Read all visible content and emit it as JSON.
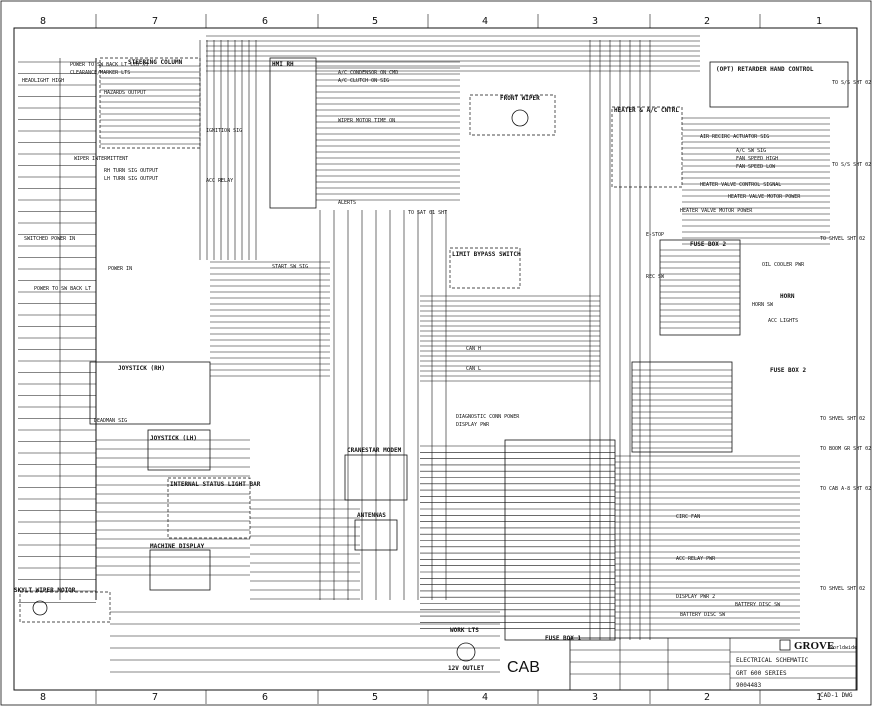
{
  "zones_top": [
    "8",
    "7",
    "6",
    "5",
    "4",
    "3",
    "2",
    "1"
  ],
  "zones_bottom": [
    "8",
    "7",
    "6",
    "5",
    "4",
    "3",
    "2",
    "1"
  ],
  "blocks": {
    "steering_column": "STEERING COLUMN",
    "front_wiper": "FRONT WIPER",
    "retarder": "(OPT) RETARDER HAND CONTROL",
    "heater_ac": "HEATER & A/C CNTRL",
    "fuse_box_2": "FUSE BOX 2",
    "fuse_box_1": "FUSE BOX 1",
    "skylight": "SKYLT WIPER MOTOR",
    "machine_display": "MACHINE DISPLAY",
    "internal_light_bar": "INTERNAL STATUS LIGHT BAR",
    "crane_star": "CRANESTAR MODEM",
    "joystick_r": "JOYSTICK (RH)",
    "joystick_l": "JOYSTICK (LH)",
    "antennas": "ANTENNAS",
    "cab": "CAB",
    "limit_bypass": "LIMIT BYPASS SWITCH",
    "hmi": "HMI RH",
    "work_lts": "WORK LTS",
    "outlet": "12V OUTLET",
    "heater_valve": "HEATER VALVE MOTOR POWER",
    "battery": "BATTERY DISC SW",
    "horn": "HORN"
  },
  "wire_labels": {
    "w1": "POWER TO SW BACK LT LED X5",
    "w2": "CLEARANCE/MARKER LTS",
    "w3": "HEADLIGHT HIGH",
    "w4": "HAZARDS OUTPUT",
    "w5": "WIPER INTERMITTENT",
    "w6": "RH TURN SIG OUTPUT",
    "w7": "LH TURN SIG OUTPUT",
    "w8": "A/C CONDENSOR ON CMD",
    "w9": "A/C CLUTCH ON SIG",
    "w10": "WIPER MOTOR TIME ON",
    "w11": "IGNITION SIG",
    "w12": "ACC RELAY",
    "w13": "START SW SIG",
    "w14": "ALERTS",
    "w15": "CAN H",
    "w16": "CAN L",
    "w17": "HEATER VALVE CONTROL SIGNAL",
    "w18": "HEATER VALVE MOTOR POWER",
    "w19": "AIR RECIRC ACTUATOR SIG",
    "w20": "A/C SW SIG",
    "w21": "FAN SPEED HIGH",
    "w22": "FAN SPEED LOW",
    "w23": "OIL COOLER PWR",
    "w24": "ACC LIGHTS",
    "w25": "HORN SW",
    "w26": "DIAGNOSTIC CONN POWER",
    "w27": "DISPLAY PWR",
    "w28": "CIRC FAN",
    "w29": "ACC RELAY PWR",
    "w30": "BATTERY DISC SW",
    "w31": "DISPLAY PWR 2",
    "w32": "POWER TO SW BACK LT",
    "w33": "E-STOP",
    "w34": "REC SW",
    "w35": "DEADMAN SIG",
    "w36": "SWITCHED POWER IN",
    "w37": "POWER IN"
  },
  "sheet_refs": [
    "TO S/S SHT 02",
    "TO S/S SHT 02",
    "TO SHVEL SHT 02",
    "TO SHVEL SHT 02",
    "TO BOOM GR SHT 02",
    "TO CAB A-8 SHT 02",
    "TO SHVEL SHT 02",
    "TO SAT 01 SHT"
  ],
  "title_block": {
    "company": "GROVE",
    "company_suffix": "worldwide",
    "title": "ELECTRICAL SCHEMATIC",
    "model": "GRT 600 SERIES",
    "dwg_no": "9004483",
    "sheet": "CAD-1 DWG"
  }
}
